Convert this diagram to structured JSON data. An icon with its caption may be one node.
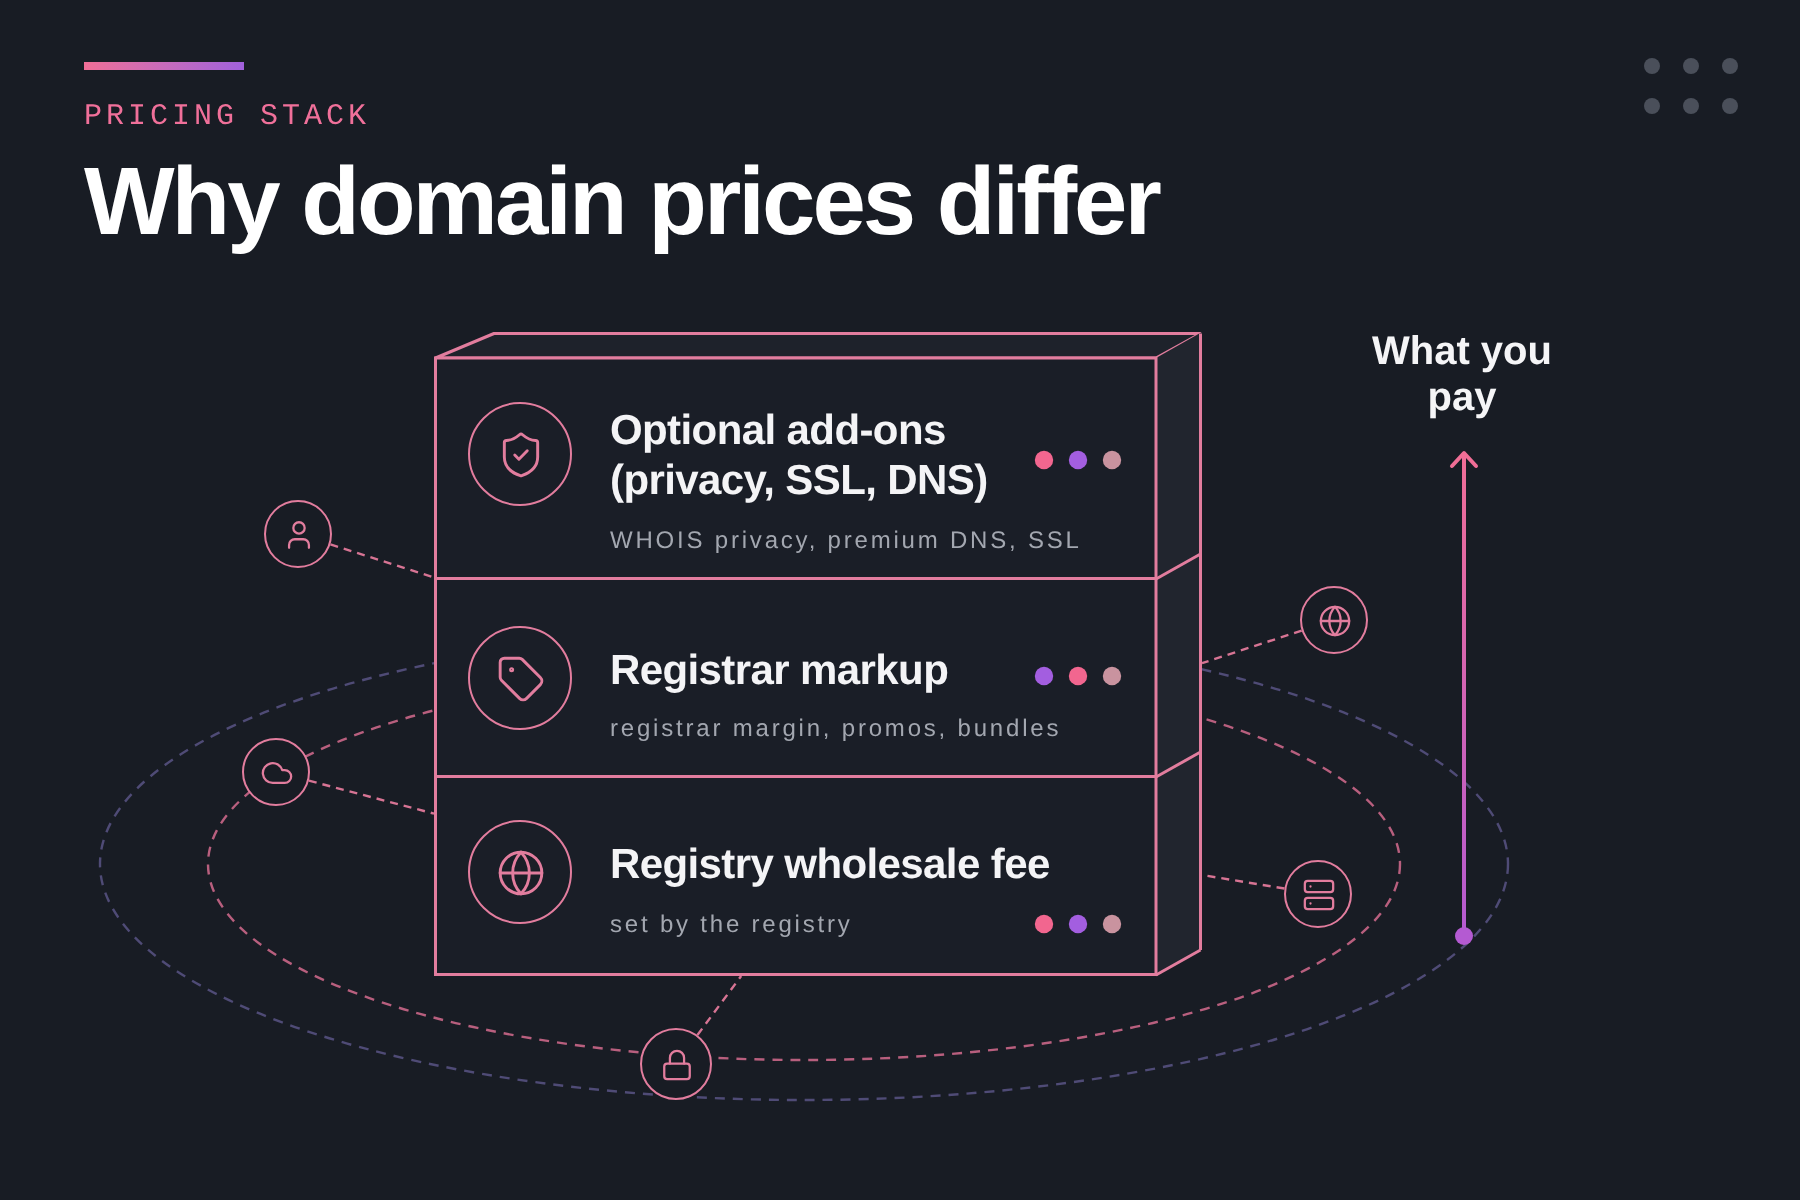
{
  "diagram": {
    "title": "Why domain prices differ",
    "nodes": [
      {
        "text": [
          "Optional add-ons (privacy, SSL, DNS)",
          "WHOIS privacy, premium DNS, SSL"
        ]
      },
      {
        "text": [
          "Registrar markup",
          "registrar margin, promos, bundles"
        ]
      },
      {
        "text": [
          "Registry wholesale fee",
          "set by the registry"
        ]
      },
      {
        "text": [],
        "shape": "circle"
      },
      {
        "text": [],
        "shape": "circle"
      },
      {
        "text": [],
        "shape": "circle"
      },
      {
        "text": [],
        "shape": "circle"
      },
      {
        "text": [],
        "shape": "circle"
      }
    ],
    "edges": [
      {
        "from": 3,
        "to": 0,
        "arrow": "none",
        "style": "dashed"
      },
      {
        "from": 4,
        "to": 1,
        "arrow": "none",
        "style": "dashed"
      },
      {
        "from": 5,
        "to": 2,
        "arrow": "none",
        "style": "dashed"
      },
      {
        "from": 6,
        "to": 2,
        "arrow": "none",
        "style": "dashed"
      },
      {
        "from": 7,
        "to": 2,
        "arrow": "none",
        "style": "dashed"
      }
    ],
    "labels": [
      "PRICING STACK",
      "What you pay"
    ]
  }
}
